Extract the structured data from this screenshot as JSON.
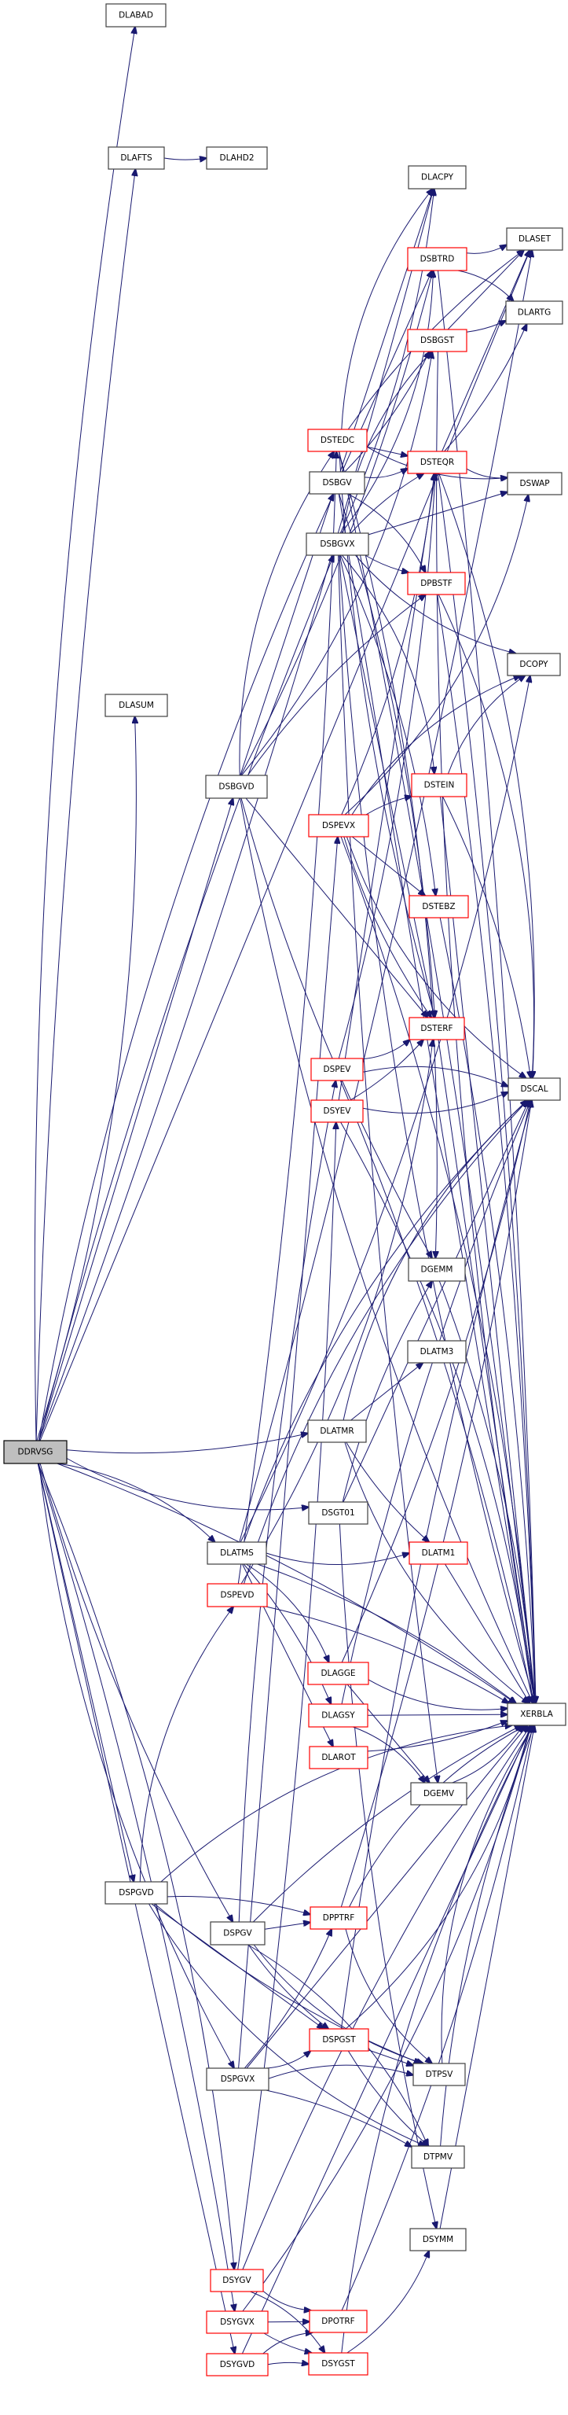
{
  "graph": {
    "title": "DDRVSG call graph",
    "colors": {
      "edge": "#191970",
      "root_fill": "#bfbfbf",
      "truncated_border": "#ff0000",
      "normal_border": "#404040"
    },
    "nodes": [
      {
        "id": "DDRVSG",
        "label": "DDRVSG",
        "kind": "root"
      },
      {
        "id": "DLABAD",
        "label": "DLABAD",
        "kind": "normal"
      },
      {
        "id": "DLAFTS",
        "label": "DLAFTS",
        "kind": "normal"
      },
      {
        "id": "DLAHD2",
        "label": "DLAHD2",
        "kind": "normal"
      },
      {
        "id": "DLACPY",
        "label": "DLACPY",
        "kind": "normal"
      },
      {
        "id": "DLASET",
        "label": "DLASET",
        "kind": "normal"
      },
      {
        "id": "DSBTRD",
        "label": "DSBTRD",
        "kind": "red"
      },
      {
        "id": "DLARTG",
        "label": "DLARTG",
        "kind": "normal"
      },
      {
        "id": "DSBGST",
        "label": "DSBGST",
        "kind": "red"
      },
      {
        "id": "DSTEDC",
        "label": "DSTEDC",
        "kind": "red"
      },
      {
        "id": "DSTEQR",
        "label": "DSTEQR",
        "kind": "red"
      },
      {
        "id": "DSBGV",
        "label": "DSBGV",
        "kind": "normal"
      },
      {
        "id": "DSWAP",
        "label": "DSWAP",
        "kind": "normal"
      },
      {
        "id": "DSBGVX",
        "label": "DSBGVX",
        "kind": "normal"
      },
      {
        "id": "DPBSTF",
        "label": "DPBSTF",
        "kind": "red"
      },
      {
        "id": "DCOPY",
        "label": "DCOPY",
        "kind": "normal"
      },
      {
        "id": "DLASUM",
        "label": "DLASUM",
        "kind": "normal"
      },
      {
        "id": "DSBGVD",
        "label": "DSBGVD",
        "kind": "normal"
      },
      {
        "id": "DSTEIN",
        "label": "DSTEIN",
        "kind": "red"
      },
      {
        "id": "DSPEVX",
        "label": "DSPEVX",
        "kind": "red"
      },
      {
        "id": "DSTEBZ",
        "label": "DSTEBZ",
        "kind": "red"
      },
      {
        "id": "DSTERF",
        "label": "DSTERF",
        "kind": "red"
      },
      {
        "id": "DSPEV",
        "label": "DSPEV",
        "kind": "red"
      },
      {
        "id": "DSCAL",
        "label": "DSCAL",
        "kind": "normal"
      },
      {
        "id": "DSYEV",
        "label": "DSYEV",
        "kind": "red"
      },
      {
        "id": "DGEMM",
        "label": "DGEMM",
        "kind": "normal"
      },
      {
        "id": "DLATM3",
        "label": "DLATM3",
        "kind": "normal"
      },
      {
        "id": "DLATMR",
        "label": "DLATMR",
        "kind": "normal"
      },
      {
        "id": "DSGT01",
        "label": "DSGT01",
        "kind": "normal"
      },
      {
        "id": "DLATMS",
        "label": "DLATMS",
        "kind": "normal"
      },
      {
        "id": "DLATM1",
        "label": "DLATM1",
        "kind": "red"
      },
      {
        "id": "DSPEVD",
        "label": "DSPEVD",
        "kind": "red"
      },
      {
        "id": "DLAGGE",
        "label": "DLAGGE",
        "kind": "red"
      },
      {
        "id": "XERBLA",
        "label": "XERBLA",
        "kind": "normal"
      },
      {
        "id": "DLAGSY",
        "label": "DLAGSY",
        "kind": "red"
      },
      {
        "id": "DLAROT",
        "label": "DLAROT",
        "kind": "red"
      },
      {
        "id": "DGEMV",
        "label": "DGEMV",
        "kind": "normal"
      },
      {
        "id": "DSPGVD",
        "label": "DSPGVD",
        "kind": "normal"
      },
      {
        "id": "DSPGV",
        "label": "DSPGV",
        "kind": "normal"
      },
      {
        "id": "DPPTRF",
        "label": "DPPTRF",
        "kind": "red"
      },
      {
        "id": "DSPGST",
        "label": "DSPGST",
        "kind": "red"
      },
      {
        "id": "DSPGVX",
        "label": "DSPGVX",
        "kind": "normal"
      },
      {
        "id": "DTPSV",
        "label": "DTPSV",
        "kind": "normal"
      },
      {
        "id": "DTPMV",
        "label": "DTPMV",
        "kind": "normal"
      },
      {
        "id": "DSYMM",
        "label": "DSYMM",
        "kind": "normal"
      },
      {
        "id": "DSYGV",
        "label": "DSYGV",
        "kind": "red"
      },
      {
        "id": "DSYGVX",
        "label": "DSYGVX",
        "kind": "red"
      },
      {
        "id": "DPOTRF",
        "label": "DPOTRF",
        "kind": "red"
      },
      {
        "id": "DSYGVD",
        "label": "DSYGVD",
        "kind": "red"
      },
      {
        "id": "DSYGST",
        "label": "DSYGST",
        "kind": "red"
      }
    ],
    "edges": [
      [
        "DDRVSG",
        "DLABAD"
      ],
      [
        "DDRVSG",
        "DLAFTS"
      ],
      [
        "DDRVSG",
        "DLASET"
      ],
      [
        "DDRVSG",
        "DLACPY"
      ],
      [
        "DDRVSG",
        "DLASUM"
      ],
      [
        "DDRVSG",
        "DSBGV"
      ],
      [
        "DDRVSG",
        "DSBGVX"
      ],
      [
        "DDRVSG",
        "DSBGVD"
      ],
      [
        "DDRVSG",
        "DLATMR"
      ],
      [
        "DDRVSG",
        "DSGT01"
      ],
      [
        "DDRVSG",
        "DLATMS"
      ],
      [
        "DDRVSG",
        "XERBLA"
      ],
      [
        "DDRVSG",
        "DSPGVD"
      ],
      [
        "DDRVSG",
        "DSPGV"
      ],
      [
        "DDRVSG",
        "DSPGVX"
      ],
      [
        "DDRVSG",
        "DSYGV"
      ],
      [
        "DDRVSG",
        "DSYGVX"
      ],
      [
        "DDRVSG",
        "DSYGVD"
      ],
      [
        "DLAFTS",
        "DLAHD2"
      ],
      [
        "DSBTRD",
        "DLASET"
      ],
      [
        "DSBTRD",
        "DLARTG"
      ],
      [
        "DSBTRD",
        "XERBLA"
      ],
      [
        "DSBGST",
        "DLASET"
      ],
      [
        "DSBGST",
        "DLARTG"
      ],
      [
        "DSBGST",
        "XERBLA"
      ],
      [
        "DSTEDC",
        "DLACPY"
      ],
      [
        "DSTEDC",
        "DLASET"
      ],
      [
        "DSTEDC",
        "DSTEQR"
      ],
      [
        "DSTEDC",
        "DSTERF"
      ],
      [
        "DSTEDC",
        "DSWAP"
      ],
      [
        "DSTEDC",
        "DGEMM"
      ],
      [
        "DSTEDC",
        "XERBLA"
      ],
      [
        "DSTEQR",
        "DLASET"
      ],
      [
        "DSTEQR",
        "DLARTG"
      ],
      [
        "DSTEQR",
        "DSWAP"
      ],
      [
        "DSTEQR",
        "DSCAL"
      ],
      [
        "DSTEQR",
        "XERBLA"
      ],
      [
        "DSBGV",
        "DSBTRD"
      ],
      [
        "DSBGV",
        "DSBGST"
      ],
      [
        "DSBGV",
        "DSTEQR"
      ],
      [
        "DSBGV",
        "DPBSTF"
      ],
      [
        "DSBGV",
        "DSTERF"
      ],
      [
        "DSBGV",
        "XERBLA"
      ],
      [
        "DSBGVX",
        "DLACPY"
      ],
      [
        "DSBGVX",
        "DSBTRD"
      ],
      [
        "DSBGVX",
        "DSBGST"
      ],
      [
        "DSBGVX",
        "DSTEQR"
      ],
      [
        "DSBGVX",
        "DSWAP"
      ],
      [
        "DSBGVX",
        "DPBSTF"
      ],
      [
        "DSBGVX",
        "DCOPY"
      ],
      [
        "DSBGVX",
        "DSTEIN"
      ],
      [
        "DSBGVX",
        "DSTEBZ"
      ],
      [
        "DSBGVX",
        "DSTERF"
      ],
      [
        "DSBGVX",
        "DGEMV"
      ],
      [
        "DSBGVX",
        "XERBLA"
      ],
      [
        "DPBSTF",
        "DSCAL"
      ],
      [
        "DPBSTF",
        "XERBLA"
      ],
      [
        "DSBGVD",
        "DLACPY"
      ],
      [
        "DSBGVD",
        "DSBTRD"
      ],
      [
        "DSBGVD",
        "DSBGST"
      ],
      [
        "DSBGVD",
        "DSTEDC"
      ],
      [
        "DSBGVD",
        "DPBSTF"
      ],
      [
        "DSBGVD",
        "DSTERF"
      ],
      [
        "DSBGVD",
        "DGEMM"
      ],
      [
        "DSBGVD",
        "XERBLA"
      ],
      [
        "DSTEIN",
        "DCOPY"
      ],
      [
        "DSTEIN",
        "DSCAL"
      ],
      [
        "DSTEIN",
        "XERBLA"
      ],
      [
        "DSPEVX",
        "DSTEQR"
      ],
      [
        "DSPEVX",
        "DSWAP"
      ],
      [
        "DSPEVX",
        "DCOPY"
      ],
      [
        "DSPEVX",
        "DSTEIN"
      ],
      [
        "DSPEVX",
        "DSTEBZ"
      ],
      [
        "DSPEVX",
        "DSTERF"
      ],
      [
        "DSPEVX",
        "DSCAL"
      ],
      [
        "DSPEVX",
        "XERBLA"
      ],
      [
        "DSTEBZ",
        "XERBLA"
      ],
      [
        "DSTERF",
        "XERBLA"
      ],
      [
        "DSPEV",
        "DSTEQR"
      ],
      [
        "DSPEV",
        "DSTERF"
      ],
      [
        "DSPEV",
        "DSCAL"
      ],
      [
        "DSPEV",
        "XERBLA"
      ],
      [
        "DSYEV",
        "DSTEQR"
      ],
      [
        "DSYEV",
        "DSTERF"
      ],
      [
        "DSYEV",
        "DSCAL"
      ],
      [
        "DSYEV",
        "XERBLA"
      ],
      [
        "DGEMM",
        "XERBLA"
      ],
      [
        "DLATMR",
        "DLATM3"
      ],
      [
        "DLATMR",
        "DLATM1"
      ],
      [
        "DLATMR",
        "XERBLA"
      ],
      [
        "DLATMR",
        "DSCAL"
      ],
      [
        "DSGT01",
        "DGEMM"
      ],
      [
        "DSGT01",
        "DSCAL"
      ],
      [
        "DSGT01",
        "DSYMM"
      ],
      [
        "DLATMS",
        "DLATM1"
      ],
      [
        "DLATMS",
        "DLAGGE"
      ],
      [
        "DLATMS",
        "DLAGSY"
      ],
      [
        "DLATMS",
        "DLAROT"
      ],
      [
        "DLATMS",
        "DLASET"
      ],
      [
        "DLATMS",
        "DCOPY"
      ],
      [
        "DLATMS",
        "DSCAL"
      ],
      [
        "DLATMS",
        "XERBLA"
      ],
      [
        "DLATM1",
        "XERBLA"
      ],
      [
        "DSPEVD",
        "DSTEDC"
      ],
      [
        "DSPEVD",
        "DSTERF"
      ],
      [
        "DSPEVD",
        "DSCAL"
      ],
      [
        "DSPEVD",
        "XERBLA"
      ],
      [
        "DLAGGE",
        "DGEMV"
      ],
      [
        "DLAGGE",
        "DSCAL"
      ],
      [
        "DLAGGE",
        "XERBLA"
      ],
      [
        "DLAGSY",
        "DGEMV"
      ],
      [
        "DLAGSY",
        "DSCAL"
      ],
      [
        "DLAGSY",
        "XERBLA"
      ],
      [
        "DLAROT",
        "XERBLA"
      ],
      [
        "DGEMV",
        "XERBLA"
      ],
      [
        "DSPGVD",
        "DSPEVD"
      ],
      [
        "DSPGVD",
        "DPPTRF"
      ],
      [
        "DSPGVD",
        "DSPGST"
      ],
      [
        "DSPGVD",
        "DTPSV"
      ],
      [
        "DSPGVD",
        "DTPMV"
      ],
      [
        "DSPGVD",
        "XERBLA"
      ],
      [
        "DSPGV",
        "DSPEV"
      ],
      [
        "DSPGV",
        "DPPTRF"
      ],
      [
        "DSPGV",
        "DSPGST"
      ],
      [
        "DSPGV",
        "DTPSV"
      ],
      [
        "DSPGV",
        "DTPMV"
      ],
      [
        "DSPGV",
        "XERBLA"
      ],
      [
        "DSPGVX",
        "DSPEVX"
      ],
      [
        "DSPGVX",
        "DPPTRF"
      ],
      [
        "DSPGVX",
        "DSPGST"
      ],
      [
        "DSPGVX",
        "DTPSV"
      ],
      [
        "DSPGVX",
        "DTPMV"
      ],
      [
        "DSPGVX",
        "XERBLA"
      ],
      [
        "DPPTRF",
        "DSCAL"
      ],
      [
        "DPPTRF",
        "DTPSV"
      ],
      [
        "DPPTRF",
        "XERBLA"
      ],
      [
        "DSPGST",
        "DSCAL"
      ],
      [
        "DSPGST",
        "DTPSV"
      ],
      [
        "DSPGST",
        "DTPMV"
      ],
      [
        "DSPGST",
        "XERBLA"
      ],
      [
        "DTPSV",
        "XERBLA"
      ],
      [
        "DTPMV",
        "XERBLA"
      ],
      [
        "DSYMM",
        "XERBLA"
      ],
      [
        "DSYGV",
        "DSYEV"
      ],
      [
        "DSYGV",
        "DPOTRF"
      ],
      [
        "DSYGV",
        "DSYGST"
      ],
      [
        "DSYGV",
        "XERBLA"
      ],
      [
        "DSYGVX",
        "DPOTRF"
      ],
      [
        "DSYGVX",
        "DSYGST"
      ],
      [
        "DSYGVX",
        "XERBLA"
      ],
      [
        "DSYGVD",
        "DPOTRF"
      ],
      [
        "DSYGVD",
        "DSYGST"
      ],
      [
        "DSYGVD",
        "XERBLA"
      ],
      [
        "DPOTRF",
        "XERBLA"
      ],
      [
        "DSYGST",
        "DSYMM"
      ],
      [
        "DSYGST",
        "XERBLA"
      ]
    ]
  }
}
